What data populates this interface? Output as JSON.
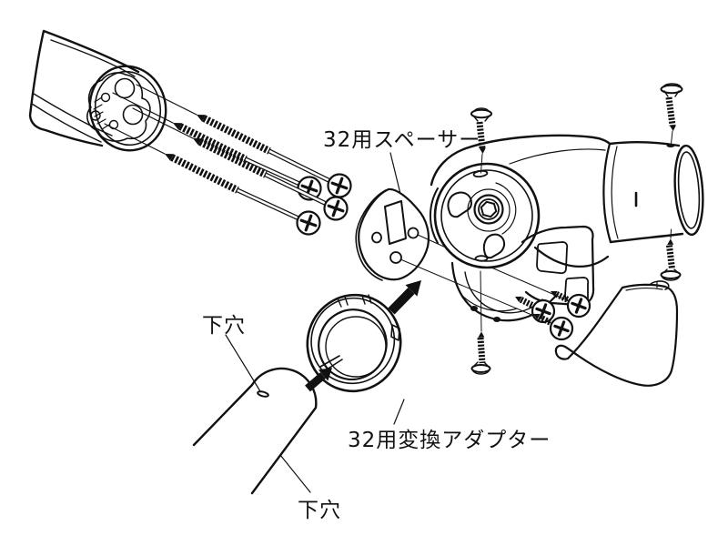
{
  "diagram": {
    "background": "#ffffff",
    "line_color": "#111111",
    "labels": {
      "spacer": "32用スペーサー",
      "adapter": "32用変換アダプター",
      "pilot_hole_top": "下穴",
      "pilot_hole_bottom": "下穴"
    }
  }
}
